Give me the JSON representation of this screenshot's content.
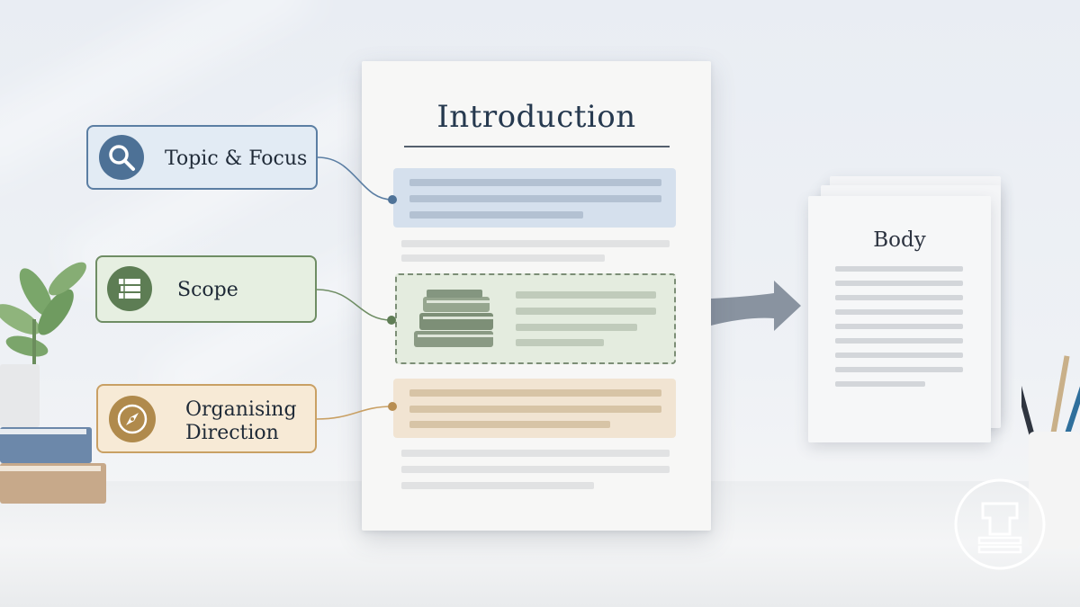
{
  "document": {
    "title": "Introduction"
  },
  "callouts": [
    {
      "label": "Topic & Focus",
      "icon": "search-icon",
      "color": "#5b7ea3"
    },
    {
      "label": "Scope",
      "icon": "stacked-books-icon",
      "color": "#6f8d64"
    },
    {
      "label_line1": "Organising",
      "label_line2": "Direction",
      "icon": "compass-icon",
      "color": "#c9a064"
    }
  ],
  "next_section": {
    "title": "Body"
  }
}
